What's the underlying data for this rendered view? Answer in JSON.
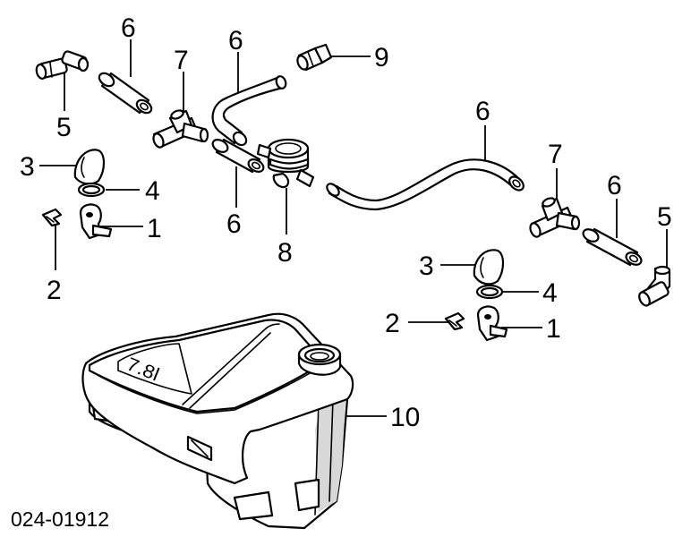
{
  "diagram": {
    "reference_number": "024-01912",
    "callouts": [
      {
        "id": "c-6a",
        "label": "6"
      },
      {
        "id": "c-7a",
        "label": "7"
      },
      {
        "id": "c-6b",
        "label": "6"
      },
      {
        "id": "c-9",
        "label": "9"
      },
      {
        "id": "c-5a",
        "label": "5"
      },
      {
        "id": "c-3a",
        "label": "3"
      },
      {
        "id": "c-4a",
        "label": "4"
      },
      {
        "id": "c-1a",
        "label": "1"
      },
      {
        "id": "c-2a",
        "label": "2"
      },
      {
        "id": "c-6c",
        "label": "6"
      },
      {
        "id": "c-8",
        "label": "8"
      },
      {
        "id": "c-6d",
        "label": "6"
      },
      {
        "id": "c-7b",
        "label": "7"
      },
      {
        "id": "c-6e",
        "label": "6"
      },
      {
        "id": "c-5b",
        "label": "5"
      },
      {
        "id": "c-3b",
        "label": "3"
      },
      {
        "id": "c-4b",
        "label": "4"
      },
      {
        "id": "c-2b",
        "label": "2"
      },
      {
        "id": "c-1b",
        "label": "1"
      },
      {
        "id": "c-10",
        "label": "10"
      }
    ],
    "tank_embossed_label": "7.8l"
  }
}
